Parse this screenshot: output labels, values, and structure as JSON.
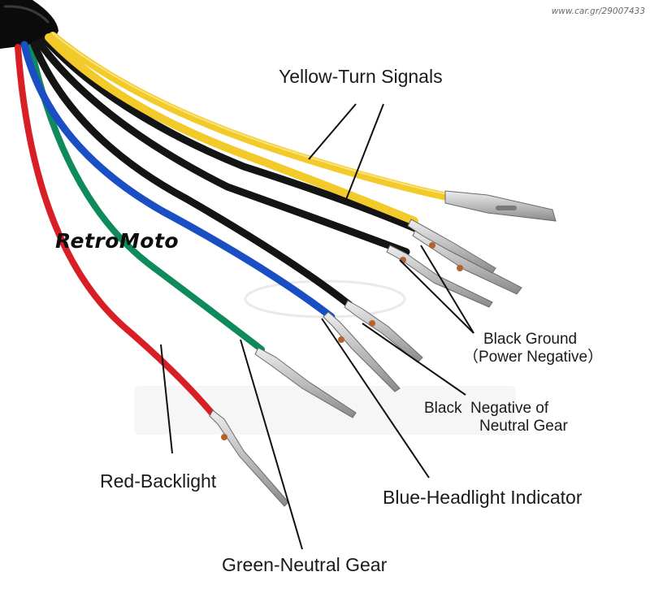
{
  "watermark": "www.car.gr/29007433",
  "brand": "RetroMoto",
  "labels": {
    "yellow": "Yellow-Turn Signals",
    "black_ground_1": "Black Ground",
    "black_ground_2": "（Power Negative）",
    "black_neutral_1": "Black  Negative of",
    "black_neutral_2": "Neutral Gear",
    "blue": "Blue-Headlight Indicator",
    "red": "Red-Backlight",
    "green": "Green-Neutral Gear"
  },
  "colors": {
    "red_wire": "#d81f26",
    "green_wire": "#0f8a5a",
    "blue_wire": "#1a4fc4",
    "black_wire": "#141414",
    "yellow_wire": "#f2cb2a",
    "sheath": "#0b0b0b",
    "terminal": "#c9c9c9"
  }
}
